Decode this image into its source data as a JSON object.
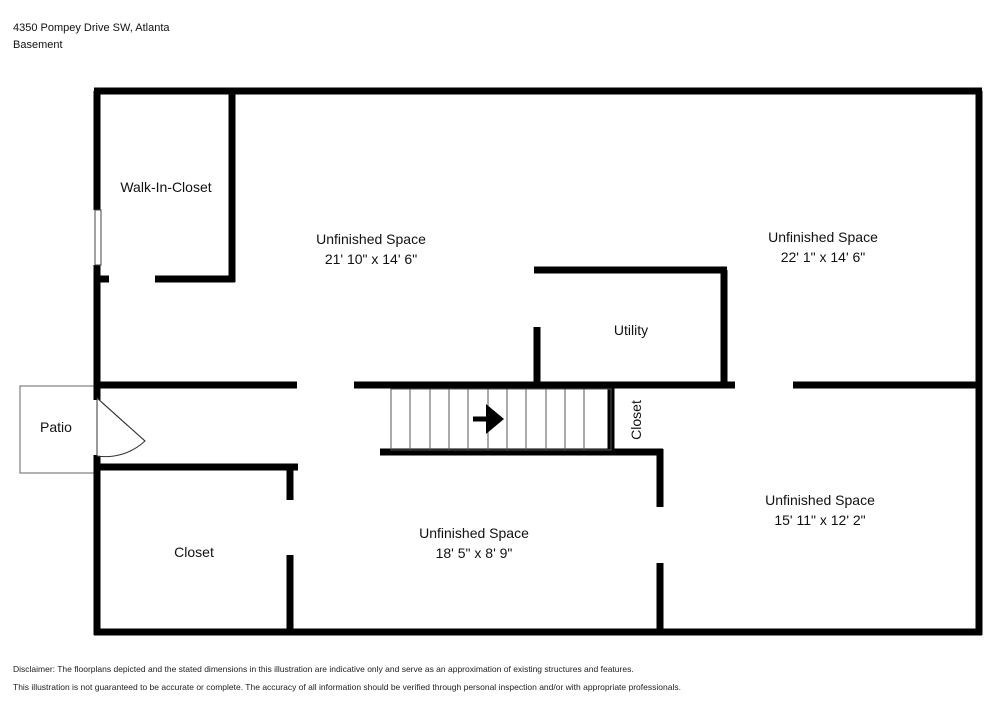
{
  "header": {
    "address": "4350 Pompey Drive SW, Atlanta",
    "floor": "Basement"
  },
  "rooms": {
    "walk_in_closet": {
      "name": "Walk-In-Closet"
    },
    "unfinished_left": {
      "name": "Unfinished Space",
      "dims": "21' 10\" x 14' 6\""
    },
    "unfinished_right_top": {
      "name": "Unfinished Space",
      "dims": "22' 1\" x 14' 6\""
    },
    "utility": {
      "name": "Utility"
    },
    "patio": {
      "name": "Patio"
    },
    "closet_small": {
      "name": "Closet"
    },
    "closet_left": {
      "name": "Closet"
    },
    "unfinished_bottom_mid": {
      "name": "Unfinished Space",
      "dims": "18' 5\" x 8' 9\""
    },
    "unfinished_right_bottom": {
      "name": "Unfinished Space",
      "dims": "15' 11\" x 12' 2\""
    }
  },
  "disclaimer": {
    "line1": "Disclaimer: The floorplans depicted and the stated dimensions in this illustration are indicative only and serve as an approximation of existing structures and features.",
    "line2": "This illustration is not guaranteed to be accurate or complete. The accuracy of all information should be verified through personal inspection and/or with appropriate professionals."
  }
}
